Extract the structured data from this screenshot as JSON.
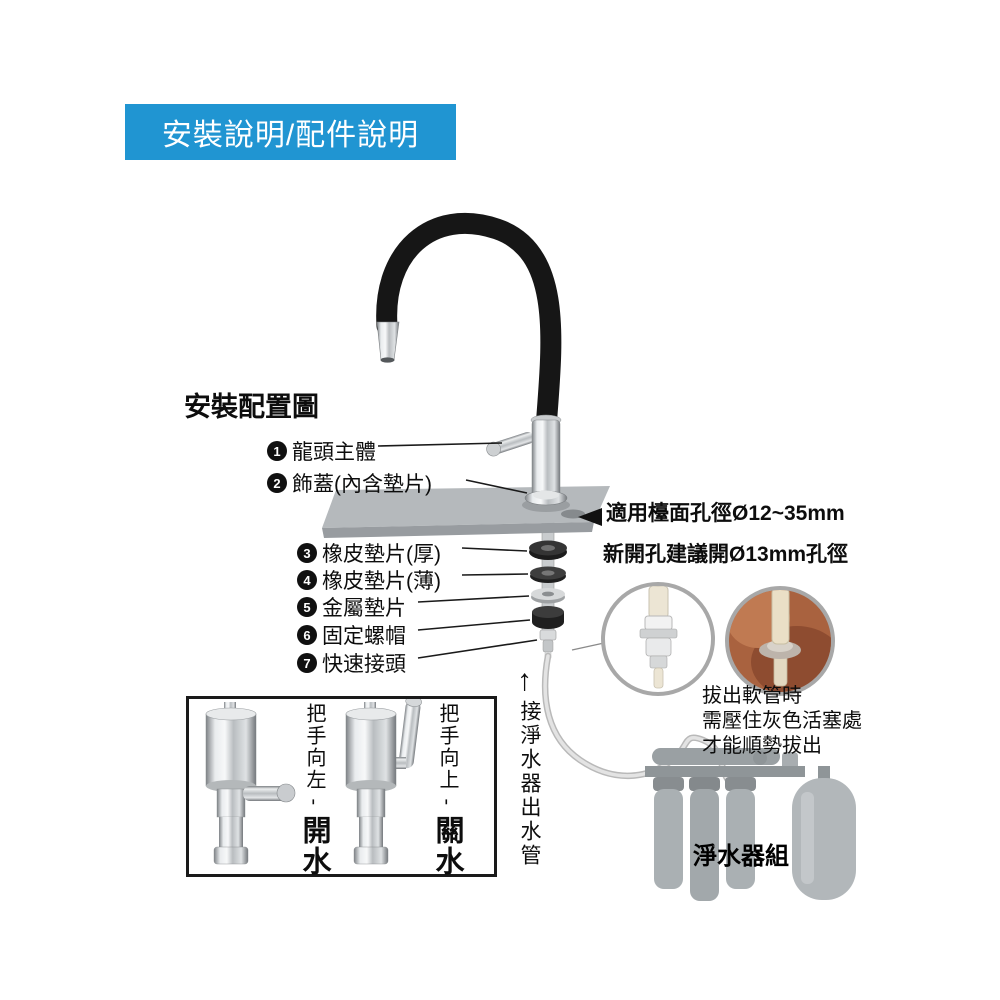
{
  "banner": {
    "title": "安裝說明/配件說明",
    "bg_color": "#2095d2",
    "text_color": "#ffffff"
  },
  "diagram": {
    "title": "安裝配置圖"
  },
  "parts": [
    {
      "num": "1",
      "label": "龍頭主體"
    },
    {
      "num": "2",
      "label": "飾蓋(內含墊片)"
    },
    {
      "num": "3",
      "label": "橡皮墊片(厚)"
    },
    {
      "num": "4",
      "label": "橡皮墊片(薄)"
    },
    {
      "num": "5",
      "label": "金屬墊片"
    },
    {
      "num": "6",
      "label": "固定螺帽"
    },
    {
      "num": "7",
      "label": "快速接頭"
    }
  ],
  "annotations": {
    "counter_hole": "適用檯面孔徑Ø12~35mm",
    "new_hole": "新開孔建議開Ø13mm孔徑",
    "pull_lines": [
      "拔出軟管時",
      "需壓住灰色活塞處",
      "才能順勢拔出"
    ],
    "outlet_arrow": "↑",
    "outlet_pipe": "接淨水器出水管",
    "purifier": "淨水器組"
  },
  "handle_guide": {
    "left_label": "把手向左 -",
    "left_action": "開水",
    "up_label": "把手向上 -",
    "up_action": "關水"
  },
  "illustration_colors": {
    "hose_black": "#161616",
    "counter_gray": "#b5b9bc",
    "copper_closeup": "#a9623f",
    "purifier_gray": "#a7adb0"
  }
}
